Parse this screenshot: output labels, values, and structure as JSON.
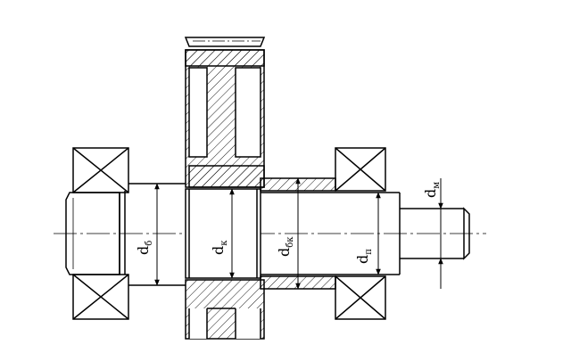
{
  "diagram": {
    "labels": {
      "d_bearing": {
        "main": "d",
        "sub": "б"
      },
      "d_wheel": {
        "main": "d",
        "sub": "к"
      },
      "d_bushing": {
        "main": "d",
        "sub": "бк"
      },
      "d_seal": {
        "main": "d",
        "sub": "п"
      },
      "d_coupling": {
        "main": "d",
        "sub": "м"
      }
    }
  }
}
